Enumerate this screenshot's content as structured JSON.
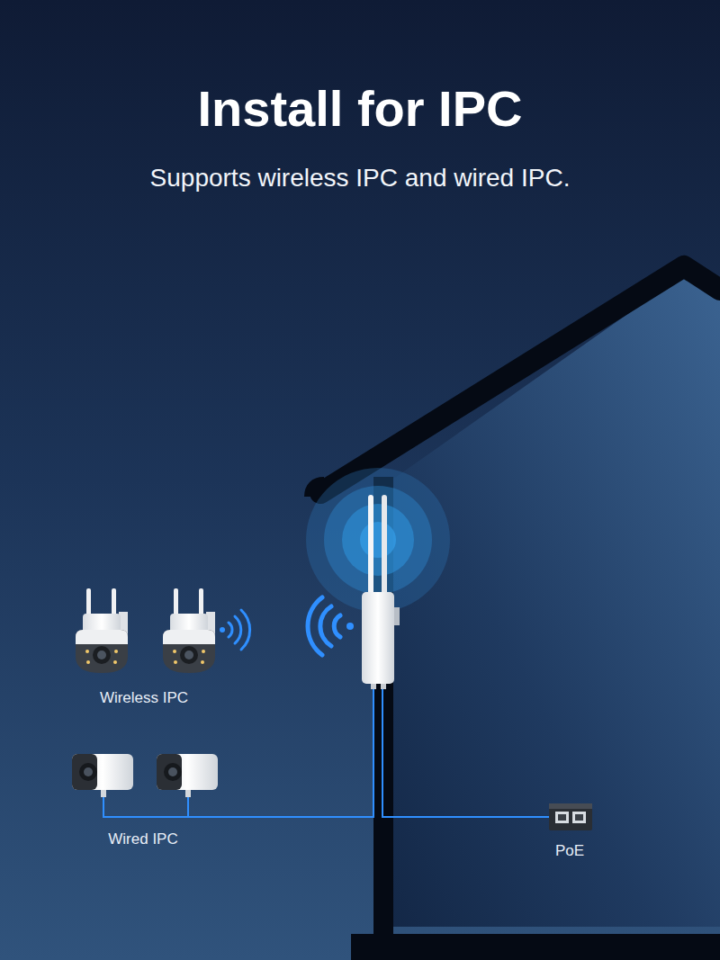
{
  "diagram": {
    "title": "Install for IPC",
    "nodes": [
      {
        "text": [
          "Wireless IPC"
        ]
      },
      {
        "text": [
          "Wired IPC"
        ]
      },
      {
        "text": [
          "PoE"
        ]
      }
    ],
    "labels": [
      "Supports wireless IPC and wired IPC."
    ]
  }
}
